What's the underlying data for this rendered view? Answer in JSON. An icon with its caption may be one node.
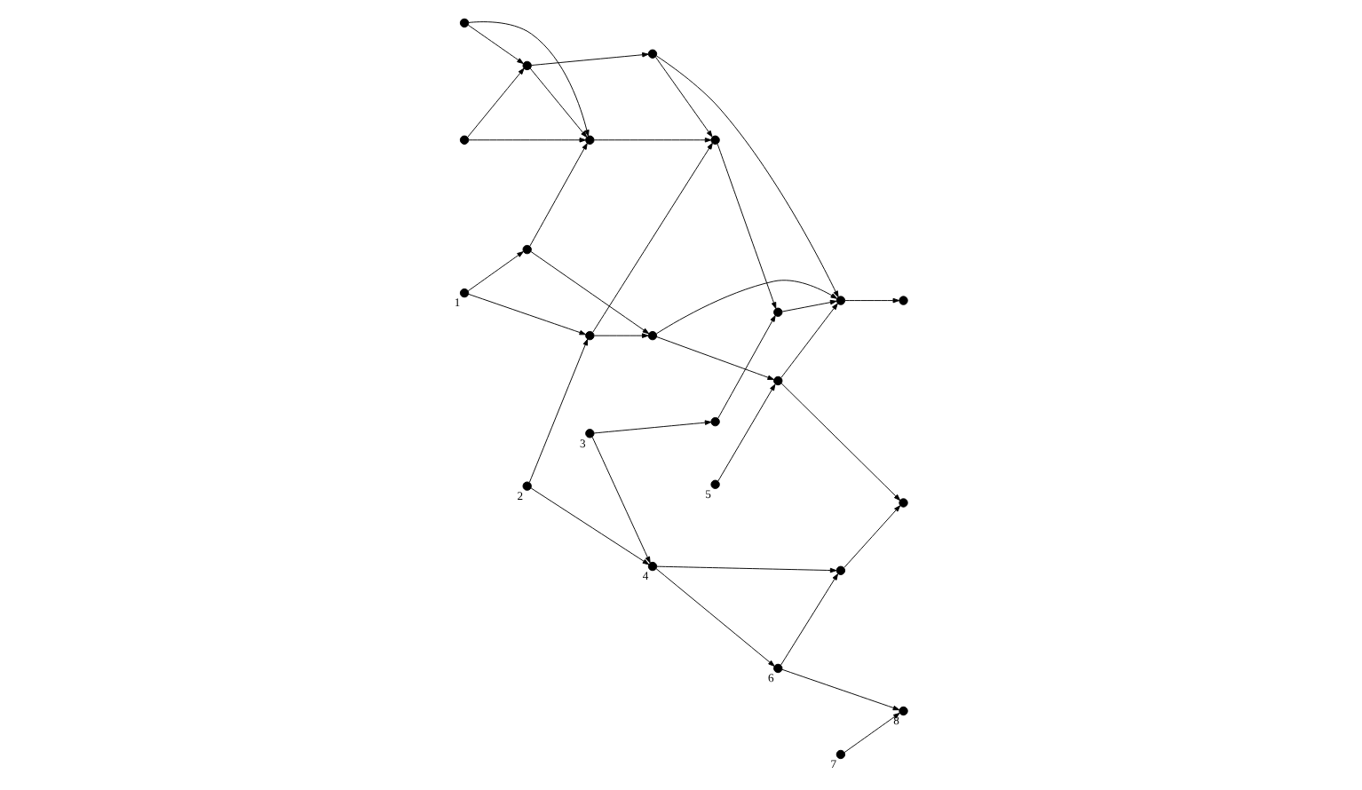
{
  "diagram": {
    "nodes": [
      {
        "text": [],
        "shape": "circle"
      },
      {
        "text": [],
        "shape": "circle"
      },
      {
        "text": [],
        "shape": "circle"
      },
      {
        "text": [],
        "shape": "circle"
      },
      {
        "text": [],
        "shape": "circle"
      },
      {
        "text": [],
        "shape": "circle"
      },
      {
        "text": [],
        "shape": "circle"
      },
      {
        "text": [],
        "shape": "circle"
      },
      {
        "text": [],
        "shape": "circle"
      },
      {
        "text": [],
        "shape": "circle"
      },
      {
        "text": [],
        "shape": "circle"
      },
      {
        "text": [],
        "shape": "circle"
      },
      {
        "text": [],
        "shape": "circle"
      },
      {
        "text": [],
        "shape": "circle"
      },
      {
        "text": [],
        "shape": "circle"
      },
      {
        "text": [],
        "shape": "circle"
      },
      {
        "text": [],
        "shape": "circle",
        "beside": [
          "1"
        ]
      },
      {
        "text": [],
        "shape": "circle",
        "beside": [
          "2"
        ]
      },
      {
        "text": [],
        "shape": "circle",
        "beside": [
          "3"
        ]
      },
      {
        "text": [],
        "shape": "circle",
        "beside": [
          "4"
        ]
      },
      {
        "text": [],
        "shape": "circle",
        "beside": [
          "5"
        ]
      },
      {
        "text": [],
        "shape": "circle",
        "beside": [
          "6"
        ]
      },
      {
        "text": [],
        "shape": "circle",
        "beside": [
          "7"
        ]
      },
      {
        "text": [],
        "shape": "circle",
        "beside": [
          "8"
        ]
      }
    ],
    "edges": [
      {
        "from": 0,
        "to": 1,
        "arrow": "to"
      },
      {
        "from": 0,
        "to": 2,
        "arrow": "to"
      },
      {
        "from": 1,
        "to": 2,
        "arrow": "to"
      },
      {
        "from": 1,
        "to": 3,
        "arrow": "to"
      },
      {
        "from": 2,
        "to": 4,
        "arrow": "to"
      },
      {
        "from": 3,
        "to": 4,
        "arrow": "to"
      },
      {
        "from": 3,
        "to": 6,
        "arrow": "to"
      },
      {
        "from": 4,
        "to": 5,
        "arrow": "to"
      },
      {
        "from": 5,
        "to": 6,
        "arrow": "to"
      },
      {
        "from": 6,
        "to": 7,
        "arrow": "to"
      },
      {
        "from": 8,
        "to": 1,
        "arrow": "to"
      },
      {
        "from": 8,
        "to": 2,
        "arrow": "to"
      },
      {
        "from": 9,
        "to": 2,
        "arrow": "to"
      },
      {
        "from": 9,
        "to": 11,
        "arrow": "to"
      },
      {
        "from": 10,
        "to": 11,
        "arrow": "to"
      },
      {
        "from": 10,
        "to": 4,
        "arrow": "to"
      },
      {
        "from": 11,
        "to": 6,
        "arrow": "to"
      },
      {
        "from": 11,
        "to": 13,
        "arrow": "to"
      },
      {
        "from": 12,
        "to": 5,
        "arrow": "to"
      },
      {
        "from": 13,
        "to": 6,
        "arrow": "to"
      },
      {
        "from": 13,
        "to": 15,
        "arrow": "to"
      },
      {
        "from": 14,
        "to": 15,
        "arrow": "to"
      },
      {
        "from": 16,
        "to": 9,
        "arrow": "to"
      },
      {
        "from": 16,
        "to": 10,
        "arrow": "to"
      },
      {
        "from": 17,
        "to": 10,
        "arrow": "to"
      },
      {
        "from": 17,
        "to": 19,
        "arrow": "to"
      },
      {
        "from": 18,
        "to": 19,
        "arrow": "to"
      },
      {
        "from": 18,
        "to": 12,
        "arrow": "to"
      },
      {
        "from": 19,
        "to": 14,
        "arrow": "to"
      },
      {
        "from": 19,
        "to": 21,
        "arrow": "to"
      },
      {
        "from": 20,
        "to": 13,
        "arrow": "to"
      },
      {
        "from": 21,
        "to": 14,
        "arrow": "to"
      },
      {
        "from": 21,
        "to": 23,
        "arrow": "to"
      },
      {
        "from": 22,
        "to": 23,
        "arrow": "to"
      }
    ]
  }
}
